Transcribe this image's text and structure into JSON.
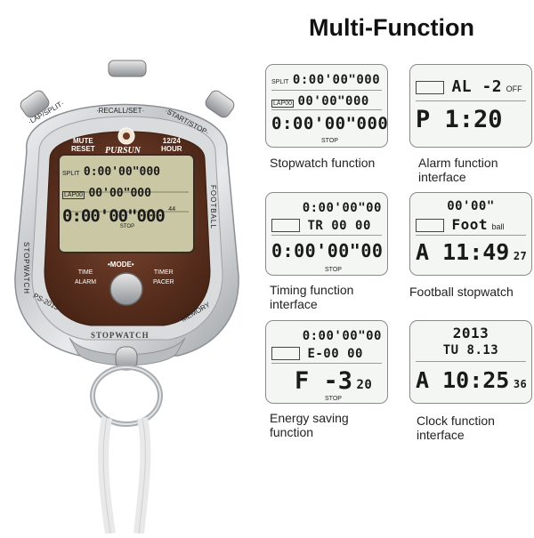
{
  "title": "Multi-Function",
  "stopwatch": {
    "brand": "PURSUN",
    "model": "PS-2013",
    "mode_label": "•MODE•",
    "bottom_label": "STOPWATCH",
    "top_buttons": [
      "·LAP/SPLIT·",
      "·RECALL/SET·",
      "·START/STOP·"
    ],
    "left_keys": [
      "MUTE",
      "RESET"
    ],
    "right_keys": [
      "12/24",
      "HOUR"
    ],
    "side_left": "STOPWATCH",
    "side_right": "FOOTBALL",
    "bottom_left": [
      "TIME",
      "ALARM"
    ],
    "bottom_right": [
      "TIMER",
      "PACER"
    ],
    "memory": "MEMORY",
    "lcd": {
      "split_label": "SPLIT",
      "lap_label": "LAP",
      "row1": "0:00'00\"000",
      "row2": "00'00\"000",
      "lap_num": "00",
      "row3": "0:00'00\"000",
      "small_num": "44",
      "stop": "STOP"
    }
  },
  "panels": [
    {
      "caption": "Stopwatch function",
      "split": "SPLIT",
      "lap": "LAP00",
      "row1": "0:00'00\"000",
      "row2": "00'00\"000",
      "row3": "0:00'00\"000",
      "stop": "STOP"
    },
    {
      "caption": "Alarm function interface",
      "row1": "AL -2",
      "off": "OFF",
      "row2": "P  1:20"
    },
    {
      "caption": "Timing function interface",
      "row1": "0:00'00\"00",
      "row2": "TR 00 00",
      "row3": "0:00'00\"00",
      "stop": "STOP"
    },
    {
      "caption": "Football stopwatch",
      "row1": "00'00\"",
      "row2": "Foot",
      "ball": "ball",
      "row3": "A 11:49",
      "sec": "27"
    },
    {
      "caption": "Energy saving function",
      "row1": "0:00'00\"00",
      "row2": "E-00 00",
      "row3": "F -3",
      "sec": "20",
      "stop": "STOP"
    },
    {
      "caption": "Clock function interface",
      "row1": "2013",
      "row2": "TU  8.13",
      "row3": "A 10:25",
      "sec": "36"
    }
  ],
  "colors": {
    "lcd_brown": "#6b3a24",
    "chrome": "#c9cbcd",
    "lcd_bg": "#f4f6f4"
  }
}
